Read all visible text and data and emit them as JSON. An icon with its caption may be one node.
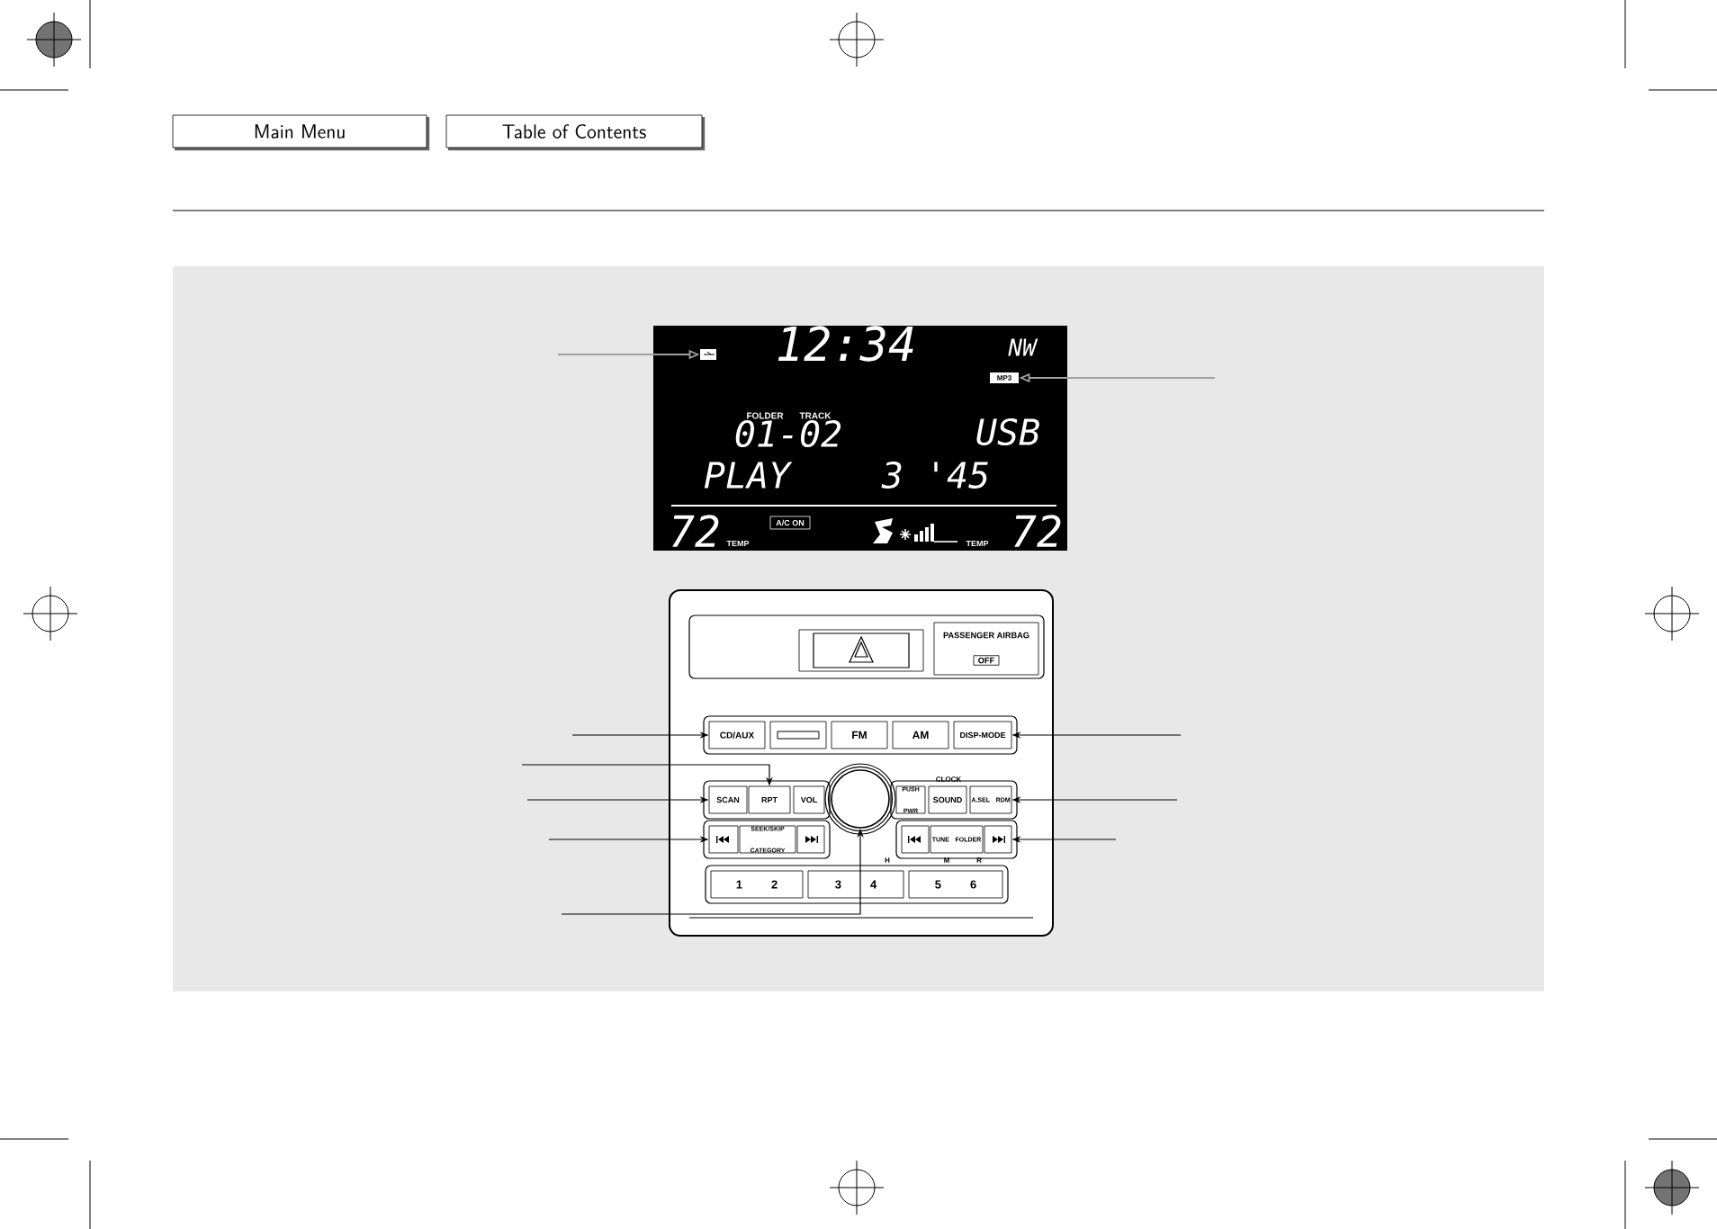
{
  "diagram": {
    "nodes": [
      {
        "text": [
          "Main Menu"
        ]
      },
      {
        "text": [
          "Table of Contents"
        ]
      },
      {
        "text": [
          "12:34",
          "NW",
          "FOLDER",
          "TRACK",
          "01-02",
          "USB",
          "PLAY",
          "3 '45",
          "72",
          "TEMP",
          "TEMP",
          "72"
        ]
      },
      {
        "text": [],
        "shape": "box",
        "in": 2
      },
      {
        "text": [
          "MP3"
        ],
        "in": 2
      },
      {
        "text": [
          "A/C ON"
        ],
        "in": 2
      },
      {
        "text": [],
        "shape": "box"
      },
      {
        "text": [],
        "shape": "box",
        "in": 6
      },
      {
        "text": [
          "PASSENGER AIRBAG",
          "OFF"
        ],
        "in": 6
      },
      {
        "text": [
          "CD/AUX"
        ],
        "in": 6
      },
      {
        "text": [],
        "shape": "box",
        "in": 6
      },
      {
        "text": [
          "FM"
        ],
        "in": 6
      },
      {
        "text": [
          "AM"
        ],
        "in": 6
      },
      {
        "text": [
          "DISP-MODE"
        ],
        "in": 6
      },
      {
        "text": [
          "SCAN"
        ],
        "in": 6
      },
      {
        "text": [
          "RPT"
        ],
        "in": 6
      },
      {
        "text": [
          "VOL"
        ],
        "in": 6
      },
      {
        "text": [],
        "shape": "circle",
        "in": 6
      },
      {
        "text": [
          "PUSH PWR"
        ],
        "in": 6
      },
      {
        "text": [
          "SOUND"
        ],
        "in": 6,
        "beside": [
          "CLOCK"
        ]
      },
      {
        "text": [
          "A.SEL RDM"
        ],
        "in": 6
      },
      {
        "text": [],
        "shape": "box",
        "in": 6
      },
      {
        "text": [
          "SEEK/SKIP CATEGORY"
        ],
        "in": 6
      },
      {
        "text": [],
        "shape": "box",
        "in": 6
      },
      {
        "text": [],
        "shape": "box",
        "in": 6
      },
      {
        "text": [
          "TUNE FOLDER"
        ],
        "in": 6
      },
      {
        "text": [],
        "shape": "box",
        "in": 6
      },
      {
        "text": [
          "1",
          "2"
        ],
        "in": 6
      },
      {
        "text": [
          "3",
          "4"
        ],
        "in": 6,
        "beside": [
          "H"
        ]
      },
      {
        "text": [
          "5",
          "6"
        ],
        "in": 6,
        "beside": [
          "M",
          "R"
        ]
      }
    ],
    "edges": [
      {
        "from": null,
        "to": 3,
        "arrow": "to",
        "color": "#a0a0a0"
      },
      {
        "from": null,
        "to": 4,
        "arrow": "to",
        "color": "#a0a0a0"
      },
      {
        "from": null,
        "to": 9,
        "arrow": "to"
      },
      {
        "from": null,
        "to": 15,
        "arrow": "to"
      },
      {
        "from": null,
        "to": 14,
        "arrow": "to"
      },
      {
        "from": null,
        "to": 21,
        "arrow": "to"
      },
      {
        "from": null,
        "to": 17,
        "arrow": "to"
      },
      {
        "from": null,
        "to": 13,
        "arrow": "to"
      },
      {
        "from": null,
        "to": 20,
        "arrow": "to"
      },
      {
        "from": null,
        "to": 26,
        "arrow": "to"
      }
    ]
  }
}
